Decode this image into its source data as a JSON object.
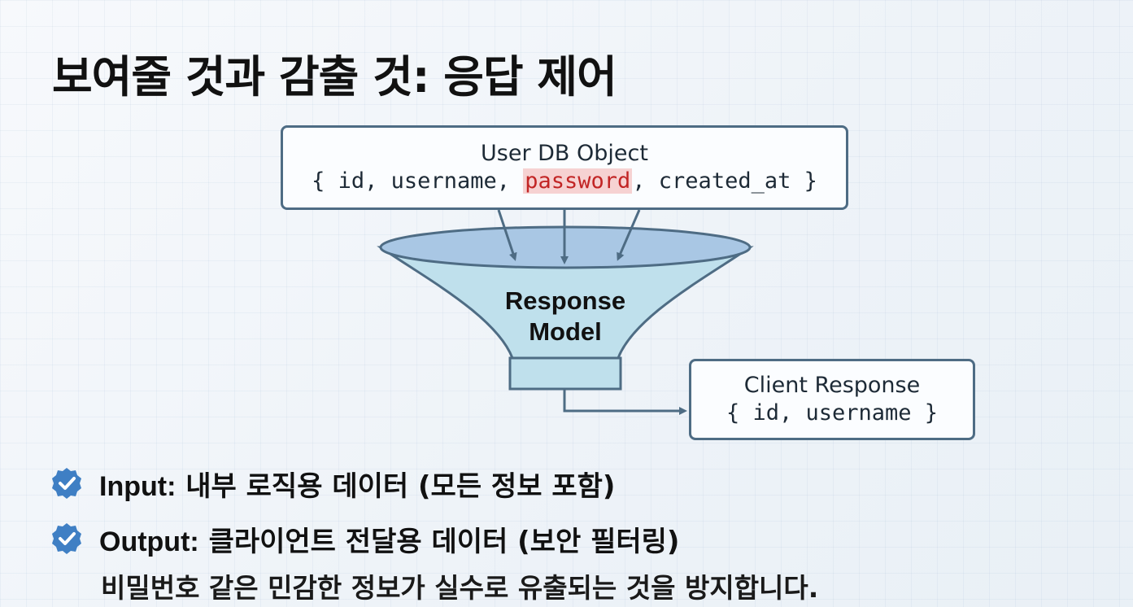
{
  "title": "보여줄 것과 감출 것: 응답 제어",
  "db_object": {
    "title": "User DB Object",
    "fields_prefix": "{ id, username, ",
    "sensitive_field": "password",
    "fields_suffix": ", created_at }"
  },
  "funnel": {
    "line1": "Response",
    "line2": "Model"
  },
  "client_response": {
    "title": "Client Response",
    "fields": "{ id, username }"
  },
  "bullets": [
    {
      "key": "Input:",
      "text": "내부 로직용 데이터 (모든 정보 포함)",
      "icon": "check-icon"
    },
    {
      "key": "Output:",
      "text": "클라이언트 전달용 데이터 (보안 필터링)",
      "icon": "check-icon"
    }
  ],
  "note": "비밀번호 같은 민감한 정보가 실수로 유출되는 것을 방지합니다.",
  "colors": {
    "box_border": "#4e6c84",
    "funnel_fill": "#bfe0ec",
    "funnel_top": "#a9c7e4",
    "sensitive_bg": "#f6d2d2",
    "sensitive_text": "#c22525",
    "check": "#3f7fc4"
  }
}
